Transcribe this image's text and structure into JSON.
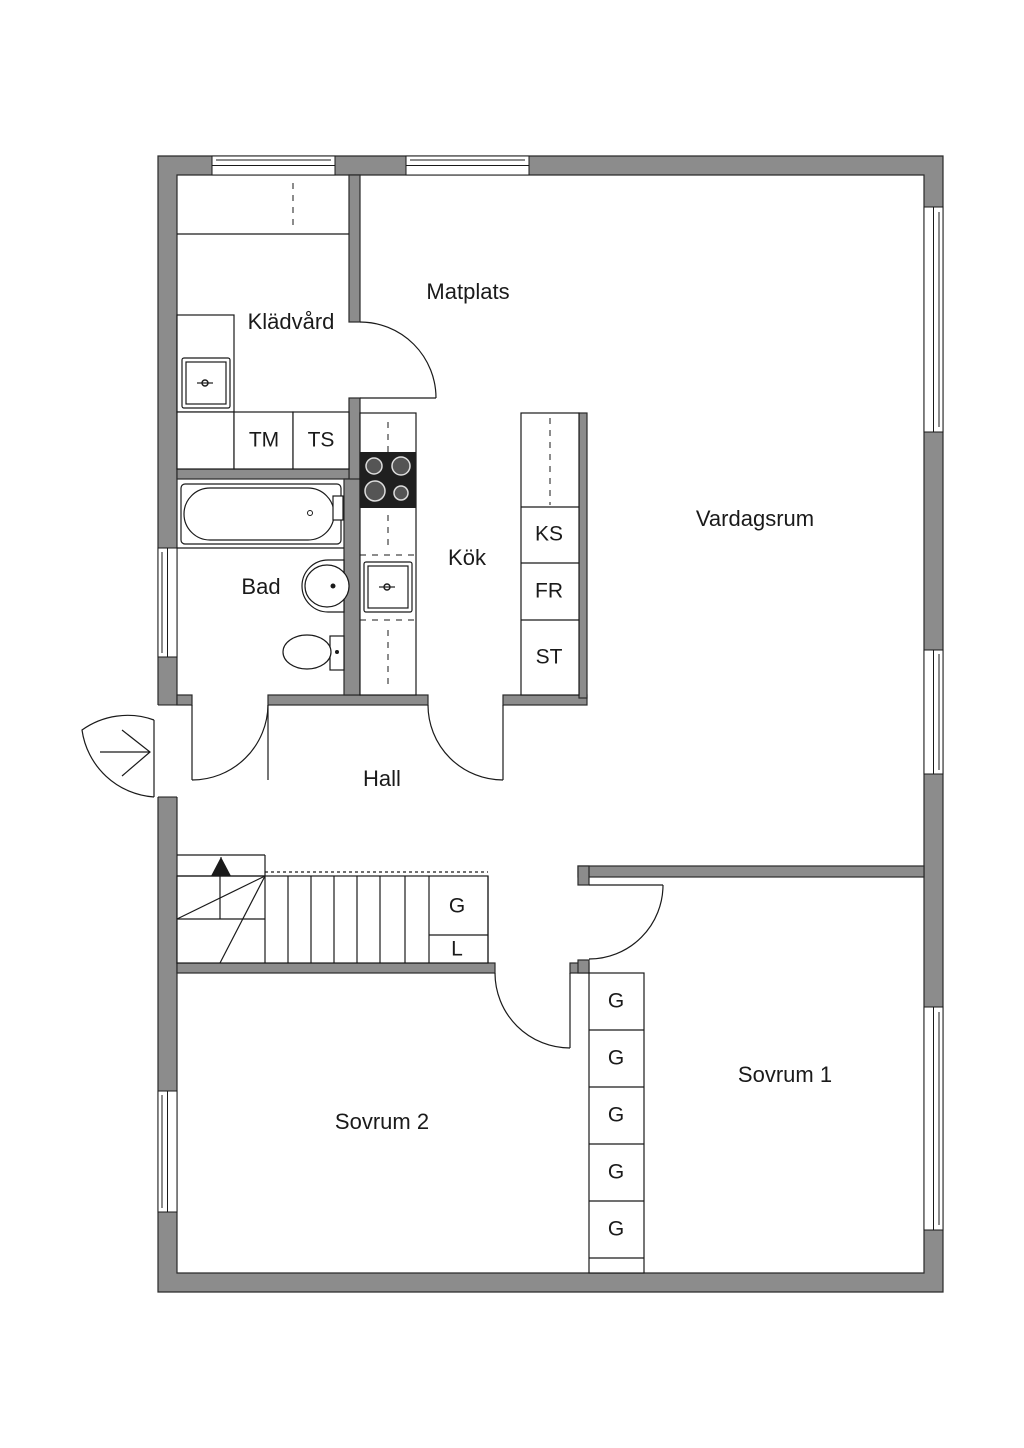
{
  "rooms": {
    "matplats": "Matplats",
    "kladvard": "Klädvård",
    "vardagsrum": "Vardagsrum",
    "kok": "Kök",
    "bad": "Bad",
    "hall": "Hall",
    "sovrum1": "Sovrum 1",
    "sovrum2": "Sovrum 2"
  },
  "fixtures": {
    "tm": "TM",
    "ts": "TS",
    "ks": "KS",
    "fr": "FR",
    "st": "ST",
    "g": "G",
    "l": "L"
  },
  "icons": [
    "entrance-arrow-icon",
    "stair-arrow-icon",
    "stove-icon",
    "sink-icon",
    "bathtub-icon",
    "toilet-icon",
    "washbasin-icon"
  ]
}
